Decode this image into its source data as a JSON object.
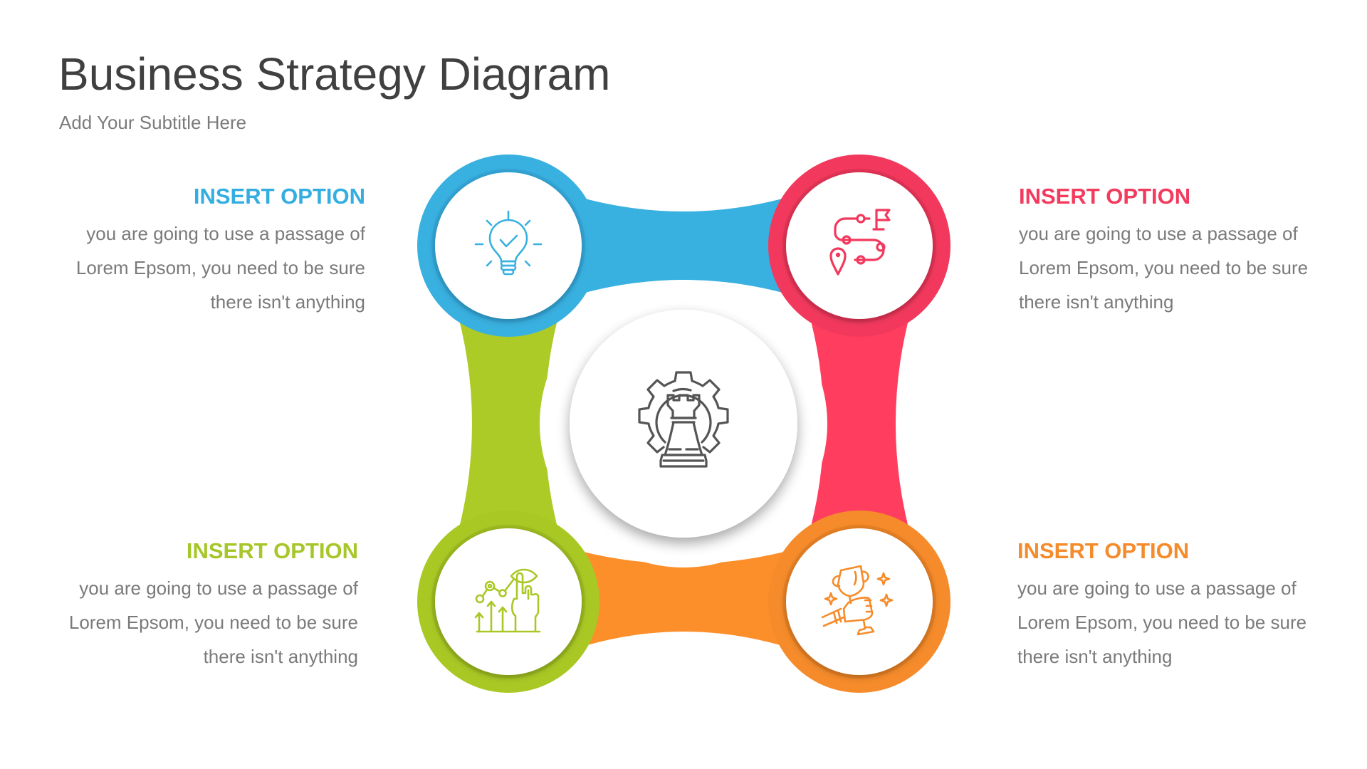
{
  "slide": {
    "title": "Business Strategy Diagram",
    "subtitle": "Add Your Subtitle Here"
  },
  "colors": {
    "blue": "#38B0E0",
    "red": "#FF3D5F",
    "green": "#ADCB26",
    "orange": "#FD8F2B",
    "title_text": "#404040",
    "body_text": "#7A7A7A",
    "center_icon": "#555555"
  },
  "center": {
    "icon": "chess-rook-gear-icon"
  },
  "options": [
    {
      "position": "top-left",
      "color": "blue",
      "icon": "lightbulb-check-icon",
      "heading": "INSERT OPTION",
      "lines": [
        "you are going to use a passage of",
        "Lorem Epsom, you need to be sure",
        "there isn't anything"
      ]
    },
    {
      "position": "top-right",
      "color": "red",
      "icon": "route-map-flag-icon",
      "heading": "INSERT OPTION",
      "lines": [
        "you are going to use a passage of",
        "Lorem Epsom, you need to be sure",
        "there isn't anything"
      ]
    },
    {
      "position": "bottom-left",
      "color": "green",
      "icon": "growth-chart-hand-eye-icon",
      "heading": "INSERT OPTION",
      "lines": [
        "you are going to use a passage of",
        "Lorem Epsom, you need to be sure",
        "there isn't anything"
      ]
    },
    {
      "position": "bottom-right",
      "color": "orange",
      "icon": "trophy-hand-icon",
      "heading": "INSERT OPTION",
      "lines": [
        "you are going to use a passage of",
        "Lorem Epsom, you need to be sure",
        "there isn't anything"
      ]
    }
  ]
}
